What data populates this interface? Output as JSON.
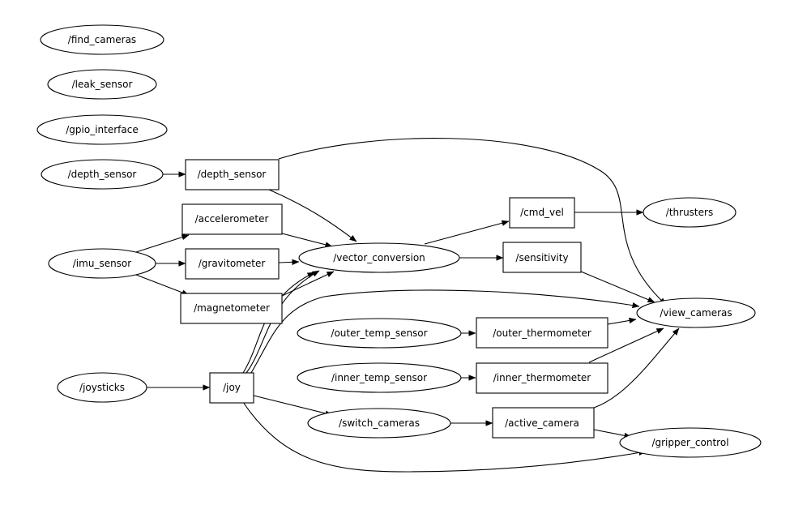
{
  "graph": {
    "nodes": [
      {
        "id": "n_find_cameras",
        "label": "/find_cameras",
        "kind": "node"
      },
      {
        "id": "n_leak_sensor",
        "label": "/leak_sensor",
        "kind": "node"
      },
      {
        "id": "n_gpio_interface",
        "label": "/gpio_interface",
        "kind": "node"
      },
      {
        "id": "n_depth_sensor",
        "label": "/depth_sensor",
        "kind": "node"
      },
      {
        "id": "n_imu_sensor",
        "label": "/imu_sensor",
        "kind": "node"
      },
      {
        "id": "n_joysticks",
        "label": "/joysticks",
        "kind": "node"
      },
      {
        "id": "n_vector_conversion",
        "label": "/vector_conversion",
        "kind": "node"
      },
      {
        "id": "n_thrusters",
        "label": "/thrusters",
        "kind": "node"
      },
      {
        "id": "n_view_cameras",
        "label": "/view_cameras",
        "kind": "node"
      },
      {
        "id": "n_outer_temp_sensor",
        "label": "/outer_temp_sensor",
        "kind": "node"
      },
      {
        "id": "n_inner_temp_sensor",
        "label": "/inner_temp_sensor",
        "kind": "node"
      },
      {
        "id": "n_switch_cameras",
        "label": "/switch_cameras",
        "kind": "node"
      },
      {
        "id": "n_gripper_control",
        "label": "/gripper_control",
        "kind": "node"
      },
      {
        "id": "t_depth_sensor",
        "label": "/depth_sensor",
        "kind": "topic"
      },
      {
        "id": "t_accelerometer",
        "label": "/accelerometer",
        "kind": "topic"
      },
      {
        "id": "t_gravitometer",
        "label": "/gravitometer",
        "kind": "topic"
      },
      {
        "id": "t_magnetometer",
        "label": "/magnetometer",
        "kind": "topic"
      },
      {
        "id": "t_cmd_vel",
        "label": "/cmd_vel",
        "kind": "topic"
      },
      {
        "id": "t_sensitivity",
        "label": "/sensitivity",
        "kind": "topic"
      },
      {
        "id": "t_outer_thermometer",
        "label": "/outer_thermometer",
        "kind": "topic"
      },
      {
        "id": "t_inner_thermometer",
        "label": "/inner_thermometer",
        "kind": "topic"
      },
      {
        "id": "t_joy",
        "label": "/joy",
        "kind": "topic"
      },
      {
        "id": "t_active_camera",
        "label": "/active_camera",
        "kind": "topic"
      }
    ],
    "edges": [
      {
        "from": "n_depth_sensor",
        "to": "t_depth_sensor"
      },
      {
        "from": "t_depth_sensor",
        "to": "n_view_cameras"
      },
      {
        "from": "t_depth_sensor",
        "to": "n_vector_conversion"
      },
      {
        "from": "n_imu_sensor",
        "to": "t_accelerometer"
      },
      {
        "from": "n_imu_sensor",
        "to": "t_gravitometer"
      },
      {
        "from": "n_imu_sensor",
        "to": "t_magnetometer"
      },
      {
        "from": "t_accelerometer",
        "to": "n_vector_conversion"
      },
      {
        "from": "t_gravitometer",
        "to": "n_vector_conversion"
      },
      {
        "from": "t_magnetometer",
        "to": "n_vector_conversion"
      },
      {
        "from": "n_vector_conversion",
        "to": "t_cmd_vel"
      },
      {
        "from": "n_vector_conversion",
        "to": "t_sensitivity"
      },
      {
        "from": "t_cmd_vel",
        "to": "n_thrusters"
      },
      {
        "from": "t_sensitivity",
        "to": "n_view_cameras"
      },
      {
        "from": "n_outer_temp_sensor",
        "to": "t_outer_thermometer"
      },
      {
        "from": "n_inner_temp_sensor",
        "to": "t_inner_thermometer"
      },
      {
        "from": "t_outer_thermometer",
        "to": "n_view_cameras"
      },
      {
        "from": "t_inner_thermometer",
        "to": "n_view_cameras"
      },
      {
        "from": "n_joysticks",
        "to": "t_joy"
      },
      {
        "from": "t_joy",
        "to": "n_vector_conversion"
      },
      {
        "from": "t_joy",
        "to": "n_view_cameras"
      },
      {
        "from": "t_joy",
        "to": "n_switch_cameras"
      },
      {
        "from": "t_joy",
        "to": "n_gripper_control"
      },
      {
        "from": "n_switch_cameras",
        "to": "t_active_camera"
      },
      {
        "from": "t_active_camera",
        "to": "n_view_cameras"
      },
      {
        "from": "t_active_camera",
        "to": "n_gripper_control"
      }
    ]
  }
}
